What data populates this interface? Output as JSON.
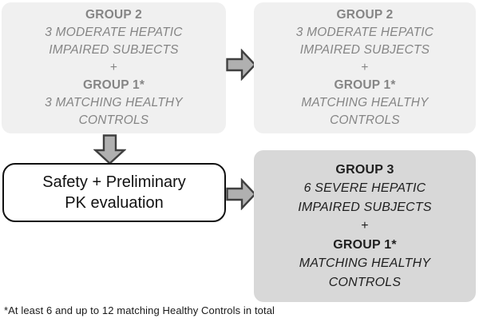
{
  "colors": {
    "light_box": "#f0f0f0",
    "dark_box": "#d8d8d8",
    "gray_text": "#858585",
    "dark_text": "#1f1f1f",
    "arrow_fill": "#b0b0b0",
    "arrow_stroke": "#404040"
  },
  "boxes": {
    "top_left": {
      "lines": [
        "GROUP 2",
        "3 MODERATE HEPATIC",
        "IMPAIRED SUBJECTS",
        "+",
        "GROUP 1*",
        "3 MATCHING HEALTHY",
        "CONTROLS"
      ]
    },
    "top_right": {
      "lines": [
        "GROUP 2",
        "3 MODERATE HEPATIC",
        "IMPAIRED SUBJECTS",
        "+",
        "GROUP 1*",
        "MATCHING HEALTHY",
        "CONTROLS"
      ]
    },
    "group3": {
      "lines": [
        "GROUP 3",
        "6 SEVERE HEPATIC",
        "IMPAIRED SUBJECTS",
        "+",
        "GROUP 1*",
        "MATCHING HEALTHY",
        "CONTROLS"
      ]
    }
  },
  "process_box": {
    "line1": "Safety + Preliminary",
    "line2": "PK evaluation"
  },
  "footnote": "*At least 6 and up to 12 matching Healthy Controls in total"
}
